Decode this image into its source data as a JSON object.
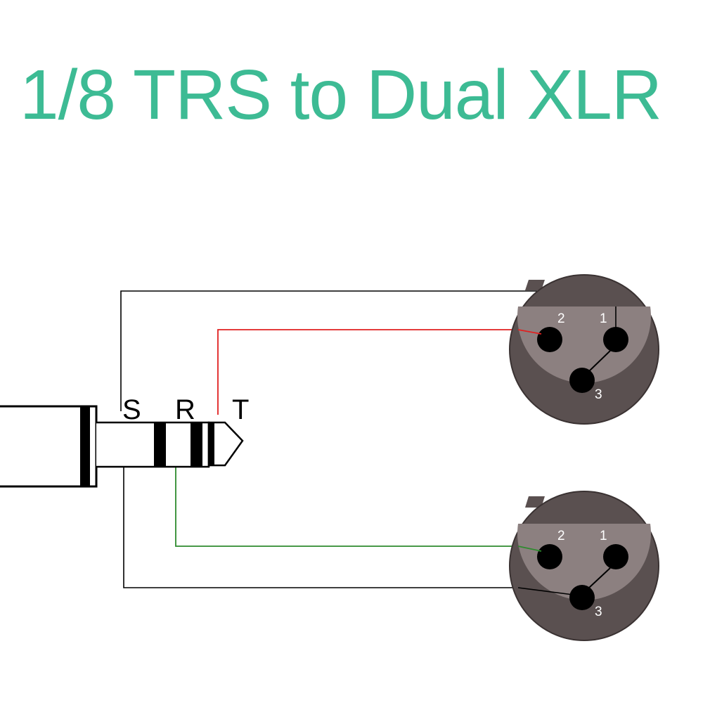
{
  "title": "1/8 TRS to Dual XLR",
  "trs_labels": {
    "sleeve": "S",
    "ring": "R",
    "tip": "T"
  },
  "xlr_top": {
    "pins": {
      "p1": "1",
      "p2": "2",
      "p3": "3"
    }
  },
  "xlr_bottom": {
    "pins": {
      "p1": "1",
      "p2": "2",
      "p3": "3"
    }
  },
  "colors": {
    "title": "#3dbb94",
    "ground_wire": "#000000",
    "tip_wire": "#e02020",
    "ring_wire": "#2e8b2e",
    "connector_body": "#5a5050",
    "connector_face": "#8c8080",
    "pin": "#000000"
  }
}
